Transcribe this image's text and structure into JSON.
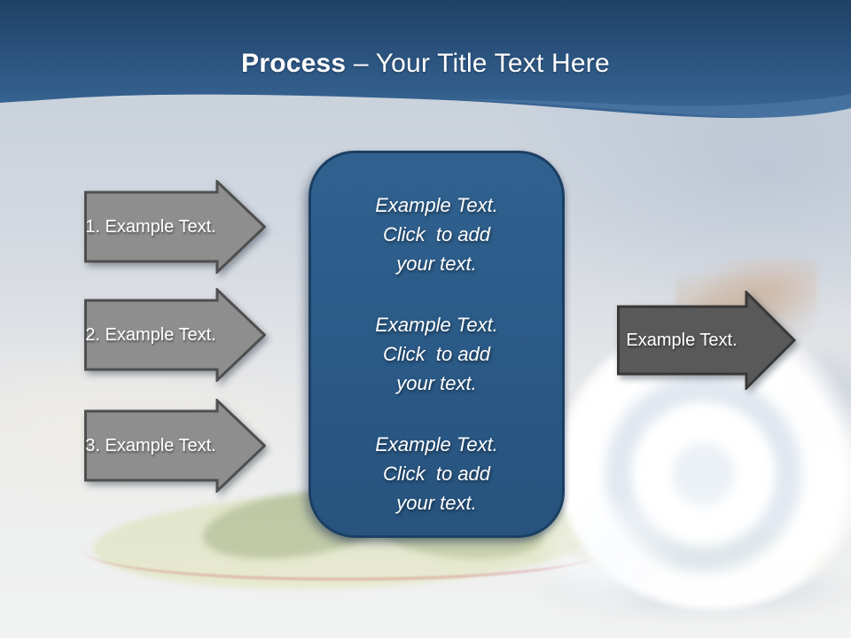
{
  "slide": {
    "title": {
      "emphasis": "Process",
      "separator": "–",
      "rest": "Your Title Text Here"
    },
    "left_arrows": [
      {
        "label": "1. Example Text."
      },
      {
        "label": "2. Example Text."
      },
      {
        "label": "3. Example Text."
      }
    ],
    "right_arrow": {
      "label": "Example Text."
    },
    "center_panel": {
      "blocks": [
        {
          "lines": [
            "Example Text.",
            "Click  to add",
            "your text."
          ]
        },
        {
          "lines": [
            "Example Text.",
            "Click  to add",
            "your text."
          ]
        },
        {
          "lines": [
            "Example Text.",
            "Click  to add",
            "your text."
          ]
        }
      ]
    },
    "colors": {
      "header_blue_top": "#1f4166",
      "header_blue_mid": "#2b5480",
      "header_blue_bottom": "#3a6795",
      "header_wave_highlight": "#4f7aa6",
      "panel_fill": "#2b5b88",
      "panel_border": "#1b3f63",
      "arrow_left_fill": "#8e8e8e",
      "arrow_left_border": "#4f4f4f",
      "arrow_right_fill": "#595959",
      "arrow_right_border": "#383838",
      "body_background": "#ccd4dd",
      "text_white": "#ffffff"
    }
  }
}
